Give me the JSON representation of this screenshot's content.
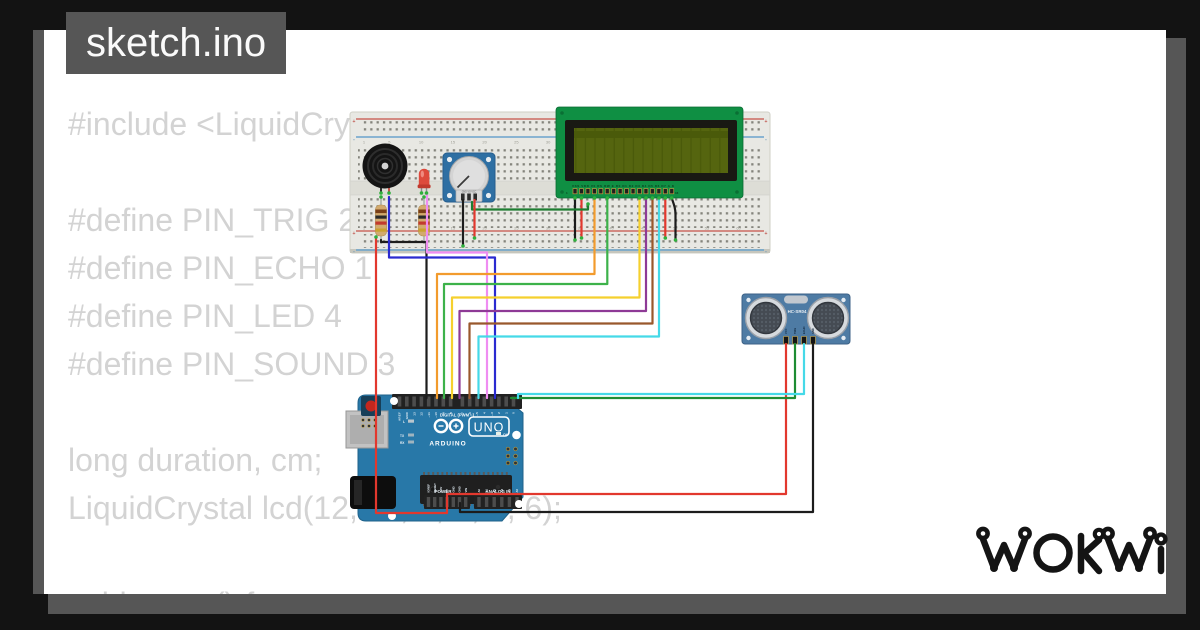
{
  "window": {
    "tab_title": "sketch.ino"
  },
  "code": {
    "lines": [
      "#include <LiquidCrystal.h>",
      "",
      "#define PIN_TRIG 2",
      "#define PIN_ECHO 1",
      "#define PIN_LED 4",
      "#define PIN_SOUND 3",
      "",
      "long duration, cm;",
      "LiquidCrystal lcd(12, 11, 5, 4, 3, 6);",
      "",
      "void setup() {"
    ]
  },
  "circuit": {
    "breadboard": {
      "column_numbers": [
        "1",
        "5",
        "10",
        "15",
        "20",
        "25",
        "30",
        "35",
        "40",
        "45",
        "50",
        "55",
        "60"
      ],
      "plus": "+",
      "minus": "-"
    },
    "lcd": {
      "pin_labels": "VSS VDD V0 RS RW E D0 D1 D2 D3 D4 D5 D6 D7 A K",
      "pin_first": "1",
      "pin_last": "16"
    },
    "potentiometer": {
      "pin_labels": "GND VO VCC"
    },
    "arduino": {
      "brand": "ARDUINO",
      "model": "UNO",
      "digital_label": "DIGITAL (PWM ~)",
      "power_label": "POWER",
      "analog_label": "ANALOG IN",
      "on_label": "ON",
      "led_l": "L",
      "led_tx": "TX",
      "led_rx": "RX",
      "digital_pins": [
        "AREF",
        "GND",
        "13",
        "12",
        "~11",
        "~10",
        "~9",
        "8",
        "7",
        "~6",
        "~5",
        "4",
        "~3",
        "2",
        "1",
        "0"
      ],
      "power_pins": [
        "IOREF",
        "RESET",
        "3.3V",
        "5V",
        "GND",
        "GND",
        "VIN"
      ],
      "analog_pins": [
        "A0",
        "A1",
        "A2",
        "A3",
        "A4",
        "A5"
      ]
    },
    "ultrasonic": {
      "label": "HC-SR04",
      "pins": [
        "VCC",
        "TRIG",
        "ECHO",
        "GND"
      ]
    },
    "colors": {
      "board_blue": "#2878a8",
      "sensor_blue": "#4e7ba4",
      "lcd_green": "#0f8f43",
      "lcd_screen": "#4a5a0a",
      "wire_red": "#e2382e",
      "wire_blue": "#2a2ad0",
      "wire_pink": "#ef8df2",
      "wire_orange": "#f29b2d",
      "wire_yellow": "#f5d02e",
      "wire_green": "#3db24a",
      "wire_dark_green": "#1e8c33",
      "wire_purple": "#8e3a96",
      "wire_brown": "#99582c",
      "wire_cyan": "#45d9e8",
      "wire_black": "#1c1c1c",
      "connection_dot": "#2faf3c"
    }
  },
  "logo": {
    "text": "WOKWI"
  }
}
